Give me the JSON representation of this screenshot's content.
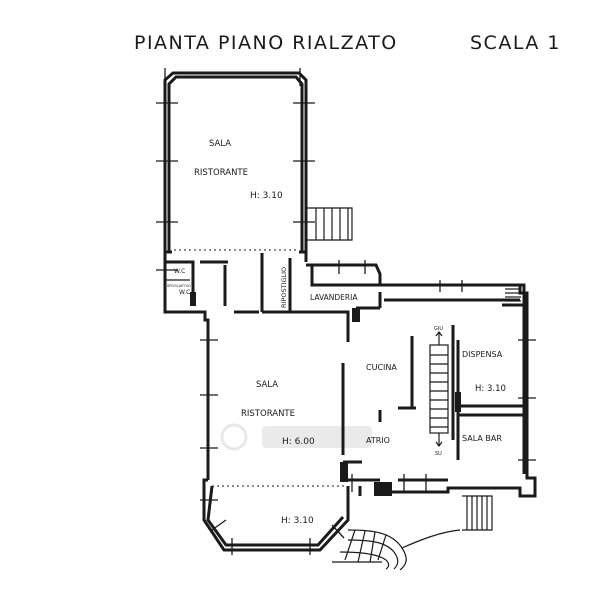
{
  "title": "PIANTA PIANO RIALZATO",
  "scale": "SCALA 1",
  "rooms": {
    "sala_top": "SALA",
    "ristorante_top": "RISTORANTE",
    "height_top": "H: 3.10",
    "wc1": "W.C",
    "wc2": "W.C",
    "spogliatoio": "SPOGLIATOIO",
    "ripostiglio": "RIPOSTIGLIO",
    "lavanderia": "LAVANDERIA",
    "cucina": "CUCINA",
    "dispensa": "DISPENSA",
    "height_dispensa": "H: 3.10",
    "sala_mid": "SALA",
    "ristorante_mid": "RISTORANTE",
    "height_mid": "H: 6.00",
    "atrio": "ATRIO",
    "sala_bar": "SALA BAR",
    "height_bottom": "H: 3.10",
    "stair_up": "SU",
    "stair_down": "GIU"
  }
}
